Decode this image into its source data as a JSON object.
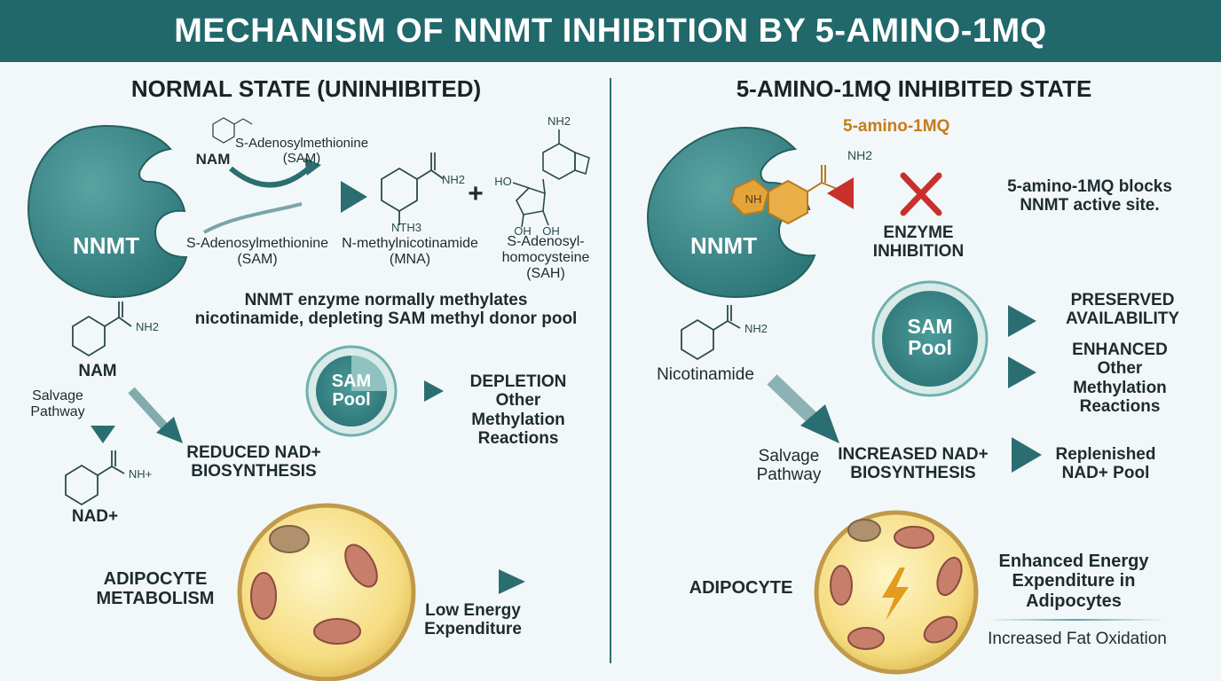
{
  "title": "MECHANISM OF NNMT INHIBITION BY 5-AMINO-1MQ",
  "left": {
    "heading": "NORMAL STATE (UNINHIBITED)",
    "enzyme": "NNMT",
    "nam_top": "NAM",
    "sam_top": "S-Adenosylmethionine\n(SAM)",
    "sam_bottom": "S-Adenosylmethionine\n(SAM)",
    "mna": "N-methylnicotinamide\n(MNA)",
    "mna_chem": "NTH3",
    "nh2": "NH2",
    "plus": "+",
    "sah": "S-Adenosyl-\nhomocysteine\n(SAH)",
    "sah_ho": "HO",
    "sah_oh1": "OH",
    "sah_oh2": "OH",
    "description": "NNMT enzyme normally methylates\nnicotinamide, depleting SAM methyl donor pool",
    "nam": "NAM",
    "salvage": "Salvage\nPathway",
    "nad": "NAD+",
    "nh_plus": "NH+",
    "reduced": "REDUCED NAD+\nBIOSYNTHESIS",
    "sam_pool": "SAM\nPool",
    "depletion": "DEPLETION\nOther\nMethylation\nReactions",
    "adipocyte": "ADIPOCYTE\nMETABOLISM",
    "energy": "Low Energy\nExpenditure"
  },
  "right": {
    "heading": "5-AMINO-1MQ INHIBITED STATE",
    "enzyme": "NNMT",
    "inhibitor": "5-amino-1MQ",
    "inhibitor_nh": "NH",
    "nh2": "NH2",
    "blocks": "5-amino-1MQ blocks\nNNMT active site.",
    "inhibition": "ENZYME\nINHIBITION",
    "sam_pool": "SAM\nPool",
    "preserved": "PRESERVED\nAVAILABILITY",
    "enhanced_methyl": "ENHANCED\nOther\nMethylation\nReactions",
    "nicotinamide": "Nicotinamide",
    "salvage": "Salvage\nPathway",
    "increased": "INCREASED NAD+\nBIOSYNTHESIS",
    "replenished": "Replenished\nNAD+ Pool",
    "adipocyte": "ADIPOCYTE",
    "energy": "Enhanced Energy\nExpenditure in\nAdipocytes",
    "fat": "Increased Fat Oxidation"
  },
  "colors": {
    "header": "#21686b",
    "teal": "#3d8a8c",
    "arrow": "#2a6e71",
    "inhibitor": "#e3a43a",
    "red_x": "#c9302c",
    "cell": "#f6e08a"
  }
}
